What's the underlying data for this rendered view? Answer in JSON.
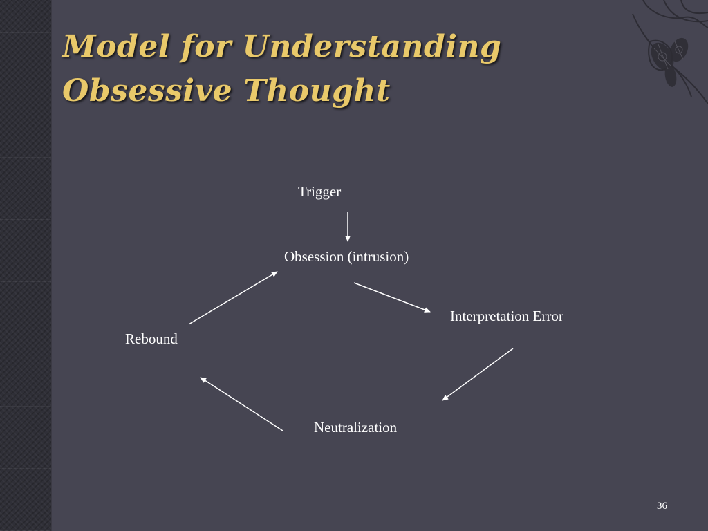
{
  "slide": {
    "title_line1": "Model for Understanding",
    "title_line2": "Obsessive Thought",
    "page_number": "36"
  },
  "diagram": {
    "nodes": {
      "trigger": "Trigger",
      "obsession": "Obsession (intrusion)",
      "interpretation": "Interpretation Error",
      "neutralization": "Neutralization",
      "rebound": "Rebound"
    },
    "edges": [
      {
        "from": "trigger",
        "to": "obsession"
      },
      {
        "from": "obsession",
        "to": "interpretation"
      },
      {
        "from": "interpretation",
        "to": "neutralization"
      },
      {
        "from": "neutralization",
        "to": "rebound"
      },
      {
        "from": "rebound",
        "to": "obsession"
      }
    ]
  },
  "colors": {
    "background": "#464552",
    "title": "#e9c96a",
    "text": "#ffffff",
    "arrow": "#ffffff"
  },
  "decoration": {
    "ornament": "butterfly-lace-ornament-icon",
    "side_strip": "patterned-side-strip"
  }
}
